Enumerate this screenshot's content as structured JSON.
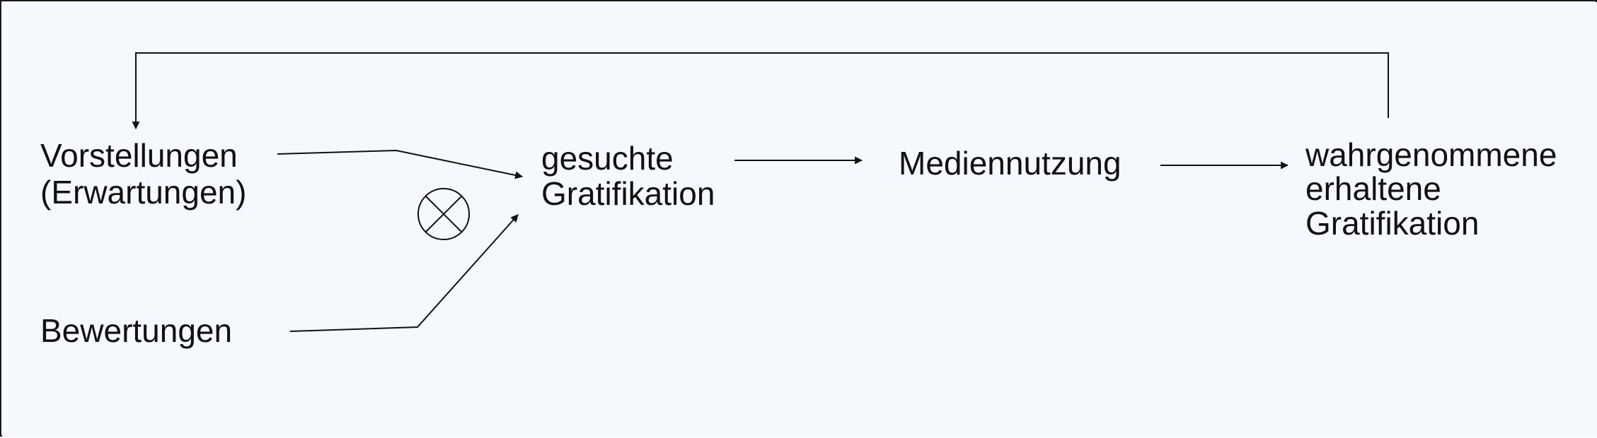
{
  "colors": {
    "background": "#f5f8fd",
    "line": "#111111",
    "text": "#111111"
  },
  "nodes": {
    "vorstellungen": {
      "line1": "Vorstellungen",
      "line2": "(Erwartungen)"
    },
    "bewertungen": {
      "line1": "Bewertungen"
    },
    "gesuchte": {
      "line1": "gesuchte",
      "line2": "Gratifikation"
    },
    "mediennutzung": {
      "line1": "Mediennutzung"
    },
    "wahrgenommene": {
      "line1": "wahrgenommene",
      "line2": "erhaltene",
      "line3": "Gratifikation"
    }
  },
  "operator": {
    "icon": "multiply-circle-icon"
  }
}
